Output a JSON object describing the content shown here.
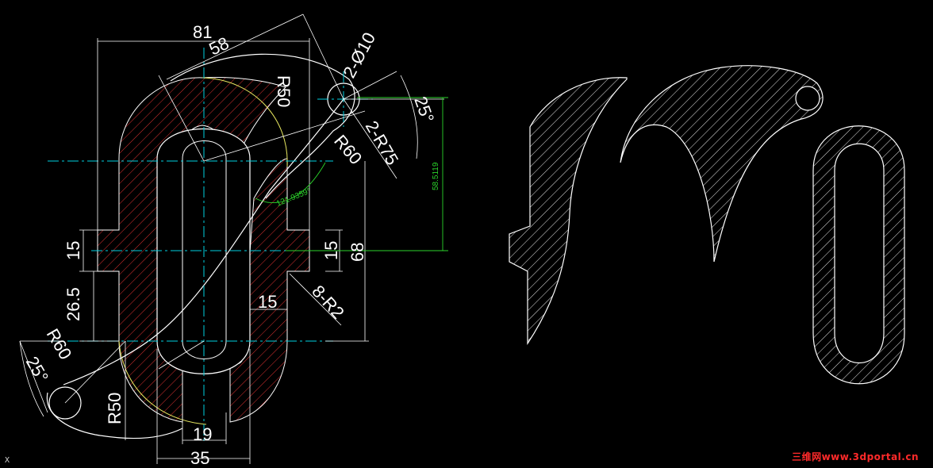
{
  "drawing": {
    "colors": {
      "background": "#000000",
      "outline": "#ffffff",
      "center_line": "#00d0e0",
      "hatch_red": "#d83030",
      "hatch_white": "#ffffff",
      "green_dim": "#2bd42b",
      "yellow_arc": "#e8e860"
    },
    "dimensions": {
      "d81": "81",
      "d58": "58",
      "d2phi10": "2-Ø10",
      "dR50_top": "R50",
      "d25_top": "25°",
      "d2R75": "2-R75",
      "dR60_top": "R60",
      "d585119": "58.5119",
      "d121": "121.9359°",
      "d15_left": "15",
      "d15_right": "15",
      "d68": "68",
      "d265": "26.5",
      "d15_mid": "15",
      "d8R2": "8-R2",
      "dR60_left": "R60",
      "d25_left": "25°",
      "dR50_bottom": "R50",
      "d19": "19",
      "d35": "35"
    },
    "axis_label": "X",
    "watermark": "三维网www.3dportal.cn"
  }
}
